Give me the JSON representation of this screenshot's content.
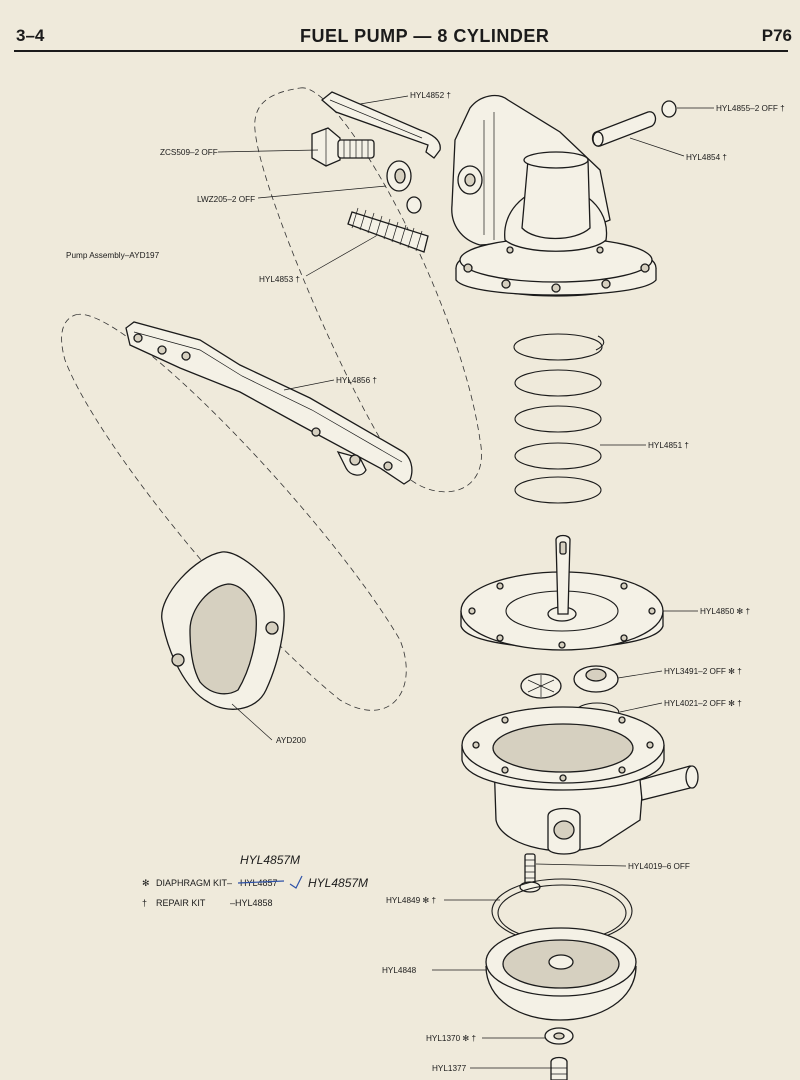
{
  "header": {
    "section": "3–4",
    "title": "FUEL PUMP — 8 CYLINDER",
    "page": "P76"
  },
  "assembly_label": "Pump Assembly–AYD197",
  "labels": {
    "HYL4852": "HYL4852 †",
    "HYL4855": "HYL4855–2 OFF †",
    "HYL4854": "HYL4854 †",
    "ZCS509": "ZCS509–2 OFF",
    "LWZ205": "LWZ205–2 OFF",
    "HYL4853": "HYL4853 †",
    "HYL4856": "HYL4856 †",
    "HYL4851": "HYL4851 †",
    "HYL4850": "HYL4850 ✻ †",
    "HYL3491": "HYL3491–2 OFF ✻ †",
    "HYL4021": "HYL4021–2 OFF ✻ †",
    "AYD200": "AYD200",
    "HYL4019": "HYL4019–6 OFF",
    "HYL4849": "HYL4849 ✻ †",
    "HYL4848": "HYL4848",
    "HYL1370": "HYL1370 ✻ †",
    "HYL1377": "HYL1377"
  },
  "legend": {
    "diaphragm_symbol": "✻",
    "diaphragm_label": "DIAPHRAGM KIT–",
    "diaphragm_part": "HYL4857",
    "repair_symbol": "†",
    "repair_label": "REPAIR KIT",
    "repair_part": "–HYL4858"
  },
  "handwriting": {
    "above": "HYL4857M",
    "beside": "HYL4857M"
  },
  "colors": {
    "paper": "#efeadb",
    "ink": "#1b1b1b",
    "pen": "#2e52a8"
  }
}
